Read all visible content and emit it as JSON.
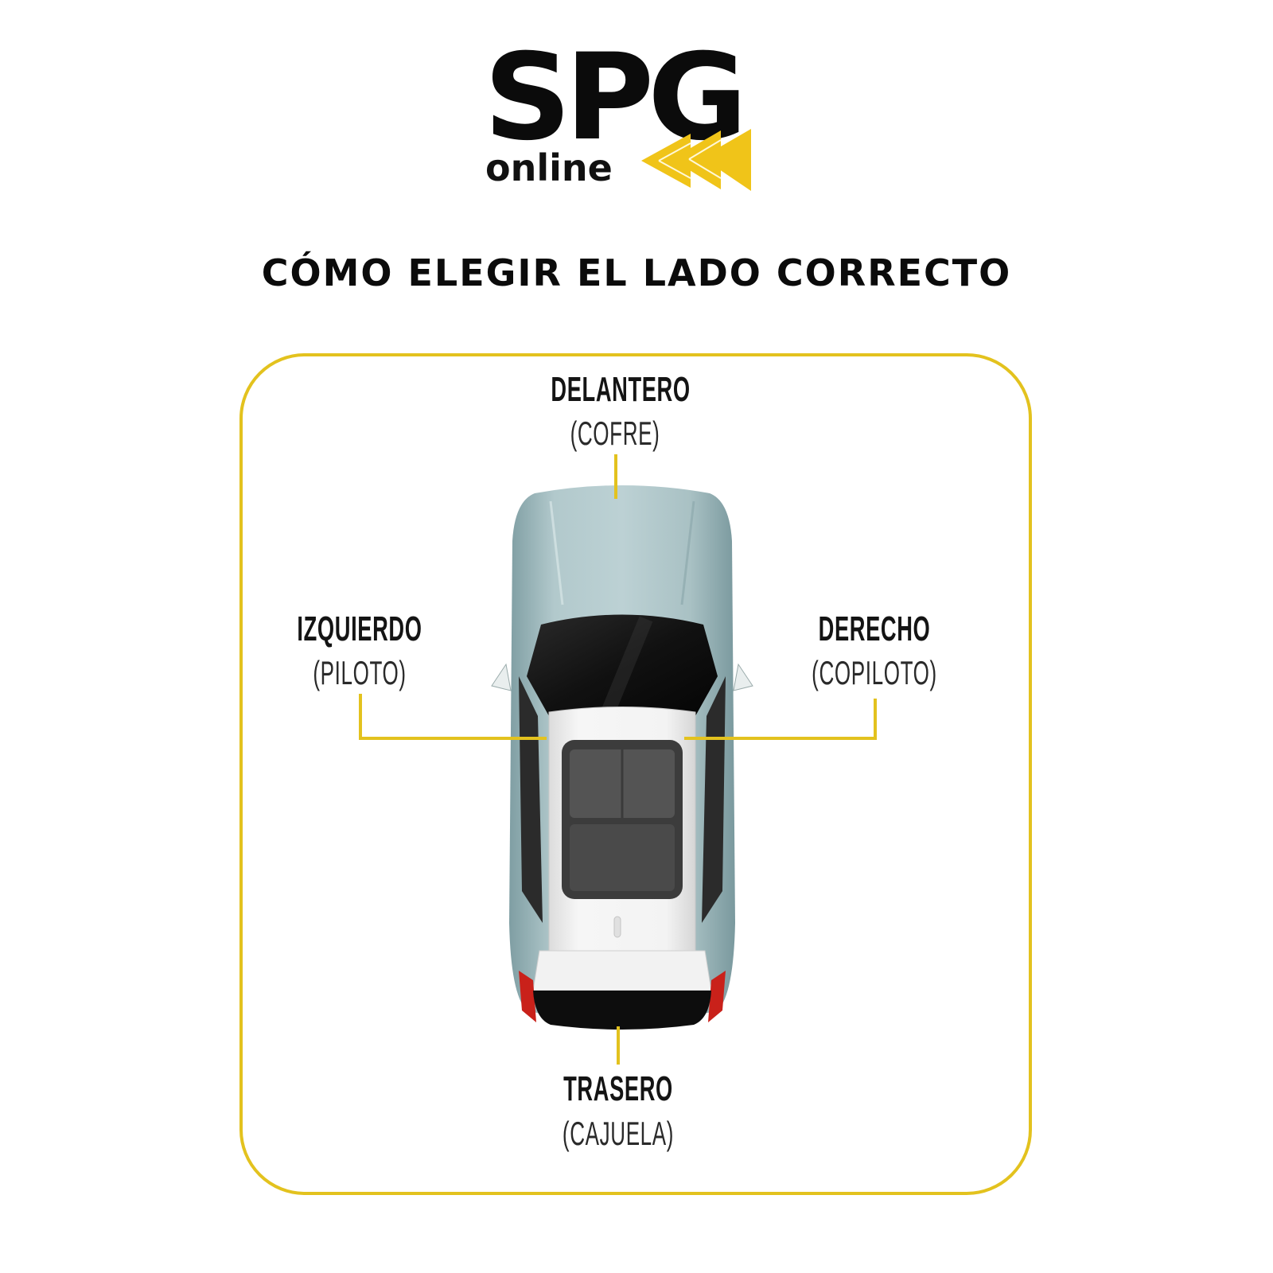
{
  "logo": {
    "brand": "SPG",
    "tagline": "online",
    "arrow_color": "#f0c419",
    "arrow_icon": "triple-left-chevron-arrows"
  },
  "title": "CÓMO ELEGIR EL LADO CORRECTO",
  "colors": {
    "accent_yellow": "#e3c21e",
    "text": "#141414",
    "background": "#ffffff",
    "car_body": "#9fb9bd",
    "car_roof": "#f2f2f2"
  },
  "diagram": {
    "front": {
      "label": "DELANTERO",
      "sublabel": "(COFRE)"
    },
    "left": {
      "label": "IZQUIERDO",
      "sublabel": "(PILOTO)"
    },
    "right": {
      "label": "DERECHO",
      "sublabel": "(COPILOTO)"
    },
    "rear": {
      "label": "TRASERO",
      "sublabel": "(CAJUELA)"
    },
    "image": "car-top-view"
  }
}
